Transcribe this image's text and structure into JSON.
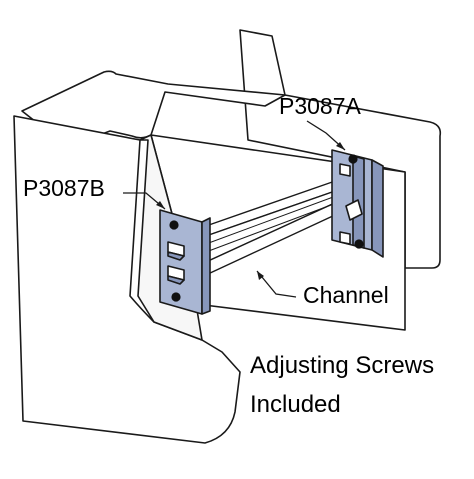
{
  "labels": {
    "part_a": "P3087A",
    "part_b": "P3087B",
    "channel": "Channel",
    "note_line1": "Adjusting Screws",
    "note_line2": "Included"
  },
  "colors": {
    "outline": "#1a1a1a",
    "beam_fill": "#ffffff",
    "bracket_fill": "#a9b6d3",
    "bracket_shade": "#8796bb",
    "hole": "#111111"
  }
}
